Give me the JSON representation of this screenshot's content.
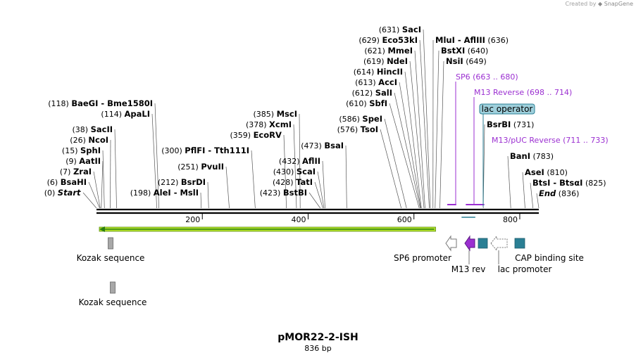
{
  "credit": {
    "text": "Created by",
    "brand": "SnapGene"
  },
  "sequence": {
    "name": "pMOR22-2-ISH",
    "length_label": "836 bp",
    "length": 836
  },
  "axis": {
    "ticks": [
      200,
      400,
      600,
      800
    ]
  },
  "enzymes": [
    {
      "pos": 0,
      "prefix": "(0)",
      "names": [
        "Start"
      ],
      "italic": true
    },
    {
      "pos": 6,
      "prefix": "(6)",
      "names": [
        "BsaHI"
      ]
    },
    {
      "pos": 7,
      "prefix": "(7)",
      "names": [
        "ZraI"
      ]
    },
    {
      "pos": 9,
      "prefix": "(9)",
      "names": [
        "AatII"
      ]
    },
    {
      "pos": 15,
      "prefix": "(15)",
      "names": [
        "SphI"
      ]
    },
    {
      "pos": 26,
      "prefix": "(26)",
      "names": [
        "NcoI"
      ]
    },
    {
      "pos": 38,
      "prefix": "(38)",
      "names": [
        "SacII"
      ]
    },
    {
      "pos": 114,
      "prefix": "(114)",
      "names": [
        "ApaLI"
      ]
    },
    {
      "pos": 118,
      "prefix": "(118)",
      "names": [
        "BaeGI",
        "Bme1580I"
      ]
    },
    {
      "pos": 198,
      "prefix": "(198)",
      "names": [
        "AleI",
        "MslI"
      ]
    },
    {
      "pos": 212,
      "prefix": "(212)",
      "names": [
        "BsrDI"
      ]
    },
    {
      "pos": 251,
      "prefix": "(251)",
      "names": [
        "PvuII"
      ]
    },
    {
      "pos": 300,
      "prefix": "(300)",
      "names": [
        "PflFI",
        "Tth111I"
      ]
    },
    {
      "pos": 359,
      "prefix": "(359)",
      "names": [
        "EcoRV"
      ]
    },
    {
      "pos": 378,
      "prefix": "(378)",
      "names": [
        "XcmI"
      ]
    },
    {
      "pos": 385,
      "prefix": "(385)",
      "names": [
        "MscI"
      ]
    },
    {
      "pos": 423,
      "prefix": "(423)",
      "names": [
        "BstBI"
      ]
    },
    {
      "pos": 428,
      "prefix": "(428)",
      "names": [
        "TatI"
      ]
    },
    {
      "pos": 430,
      "prefix": "(430)",
      "names": [
        "ScaI"
      ]
    },
    {
      "pos": 432,
      "prefix": "(432)",
      "names": [
        "AflII"
      ]
    },
    {
      "pos": 473,
      "prefix": "(473)",
      "names": [
        "BsaI"
      ]
    },
    {
      "pos": 576,
      "prefix": "(576)",
      "names": [
        "TsoI"
      ]
    },
    {
      "pos": 586,
      "prefix": "(586)",
      "names": [
        "SpeI"
      ]
    },
    {
      "pos": 610,
      "prefix": "(610)",
      "names": [
        "SbfI"
      ]
    },
    {
      "pos": 612,
      "prefix": "(612)",
      "names": [
        "SalI"
      ]
    },
    {
      "pos": 613,
      "prefix": "(613)",
      "names": [
        "AccI"
      ]
    },
    {
      "pos": 614,
      "prefix": "(614)",
      "names": [
        "HincII"
      ]
    },
    {
      "pos": 619,
      "prefix": "(619)",
      "names": [
        "NdeI"
      ]
    },
    {
      "pos": 621,
      "prefix": "(621)",
      "names": [
        "MmeI"
      ]
    },
    {
      "pos": 629,
      "prefix": "(629)",
      "names": [
        "Eco53kI"
      ]
    },
    {
      "pos": 631,
      "prefix": "(631)",
      "names": [
        "SacI"
      ]
    },
    {
      "pos": 636,
      "suffix": "(636)",
      "names": [
        "MluI",
        "AflIII"
      ]
    },
    {
      "pos": 640,
      "suffix": "(640)",
      "names": [
        "BstXI"
      ]
    },
    {
      "pos": 649,
      "suffix": "(649)",
      "names": [
        "NsiI"
      ]
    },
    {
      "pos": 731,
      "suffix": "(731)",
      "names": [
        "BsrBI"
      ]
    },
    {
      "pos": 783,
      "suffix": "(783)",
      "names": [
        "BanI"
      ]
    },
    {
      "pos": 810,
      "suffix": "(810)",
      "names": [
        "AseI"
      ]
    },
    {
      "pos": 825,
      "suffix": "(825)",
      "names": [
        "BtsI",
        "BtsαI"
      ]
    },
    {
      "pos": 836,
      "suffix": "(836)",
      "names": [
        "End"
      ],
      "italic": true
    }
  ],
  "primers": [
    {
      "name": "SP6",
      "range": "(663 .. 680)",
      "start": 663,
      "end": 680,
      "dir": "fwd"
    },
    {
      "name": "M13 Reverse",
      "range": "(698 .. 714)",
      "start": 698,
      "end": 714,
      "dir": "fwd"
    },
    {
      "name": "M13/pUC Reverse",
      "range": "(711 .. 733)",
      "start": 711,
      "end": 733,
      "dir": "fwd"
    }
  ],
  "lac_operator": {
    "label": "lac operator",
    "start": 690,
    "end": 716
  },
  "orf": {
    "start": 0,
    "end": 645,
    "direction": "reverse",
    "color": "#2a7f10"
  },
  "features": [
    {
      "label": "Kozak sequence",
      "pos": 26,
      "kind": "site",
      "color": "#a8a8a8"
    },
    {
      "label": "Kozak sequence",
      "pos": 26,
      "kind": "site",
      "color": "#a8a8a8"
    },
    {
      "label": "SP6 promoter",
      "start": 657,
      "end": 676,
      "kind": "promoter",
      "dir": "rev",
      "color": "#ffffff"
    },
    {
      "label": "M13 rev",
      "start": 688,
      "end": 704,
      "kind": "primer_bind",
      "dir": "rev",
      "color": "#9b2fd1"
    },
    {
      "label": "lac operator",
      "start": 708,
      "end": 722,
      "kind": "site",
      "color": "#2a7f94"
    },
    {
      "label": "lac promoter",
      "start": 738,
      "end": 767,
      "kind": "promoter",
      "dir": "rev",
      "color": "#ffffff"
    },
    {
      "label": "CAP binding site",
      "start": 790,
      "end": 812,
      "kind": "site",
      "color": "#2a7f94"
    }
  ]
}
